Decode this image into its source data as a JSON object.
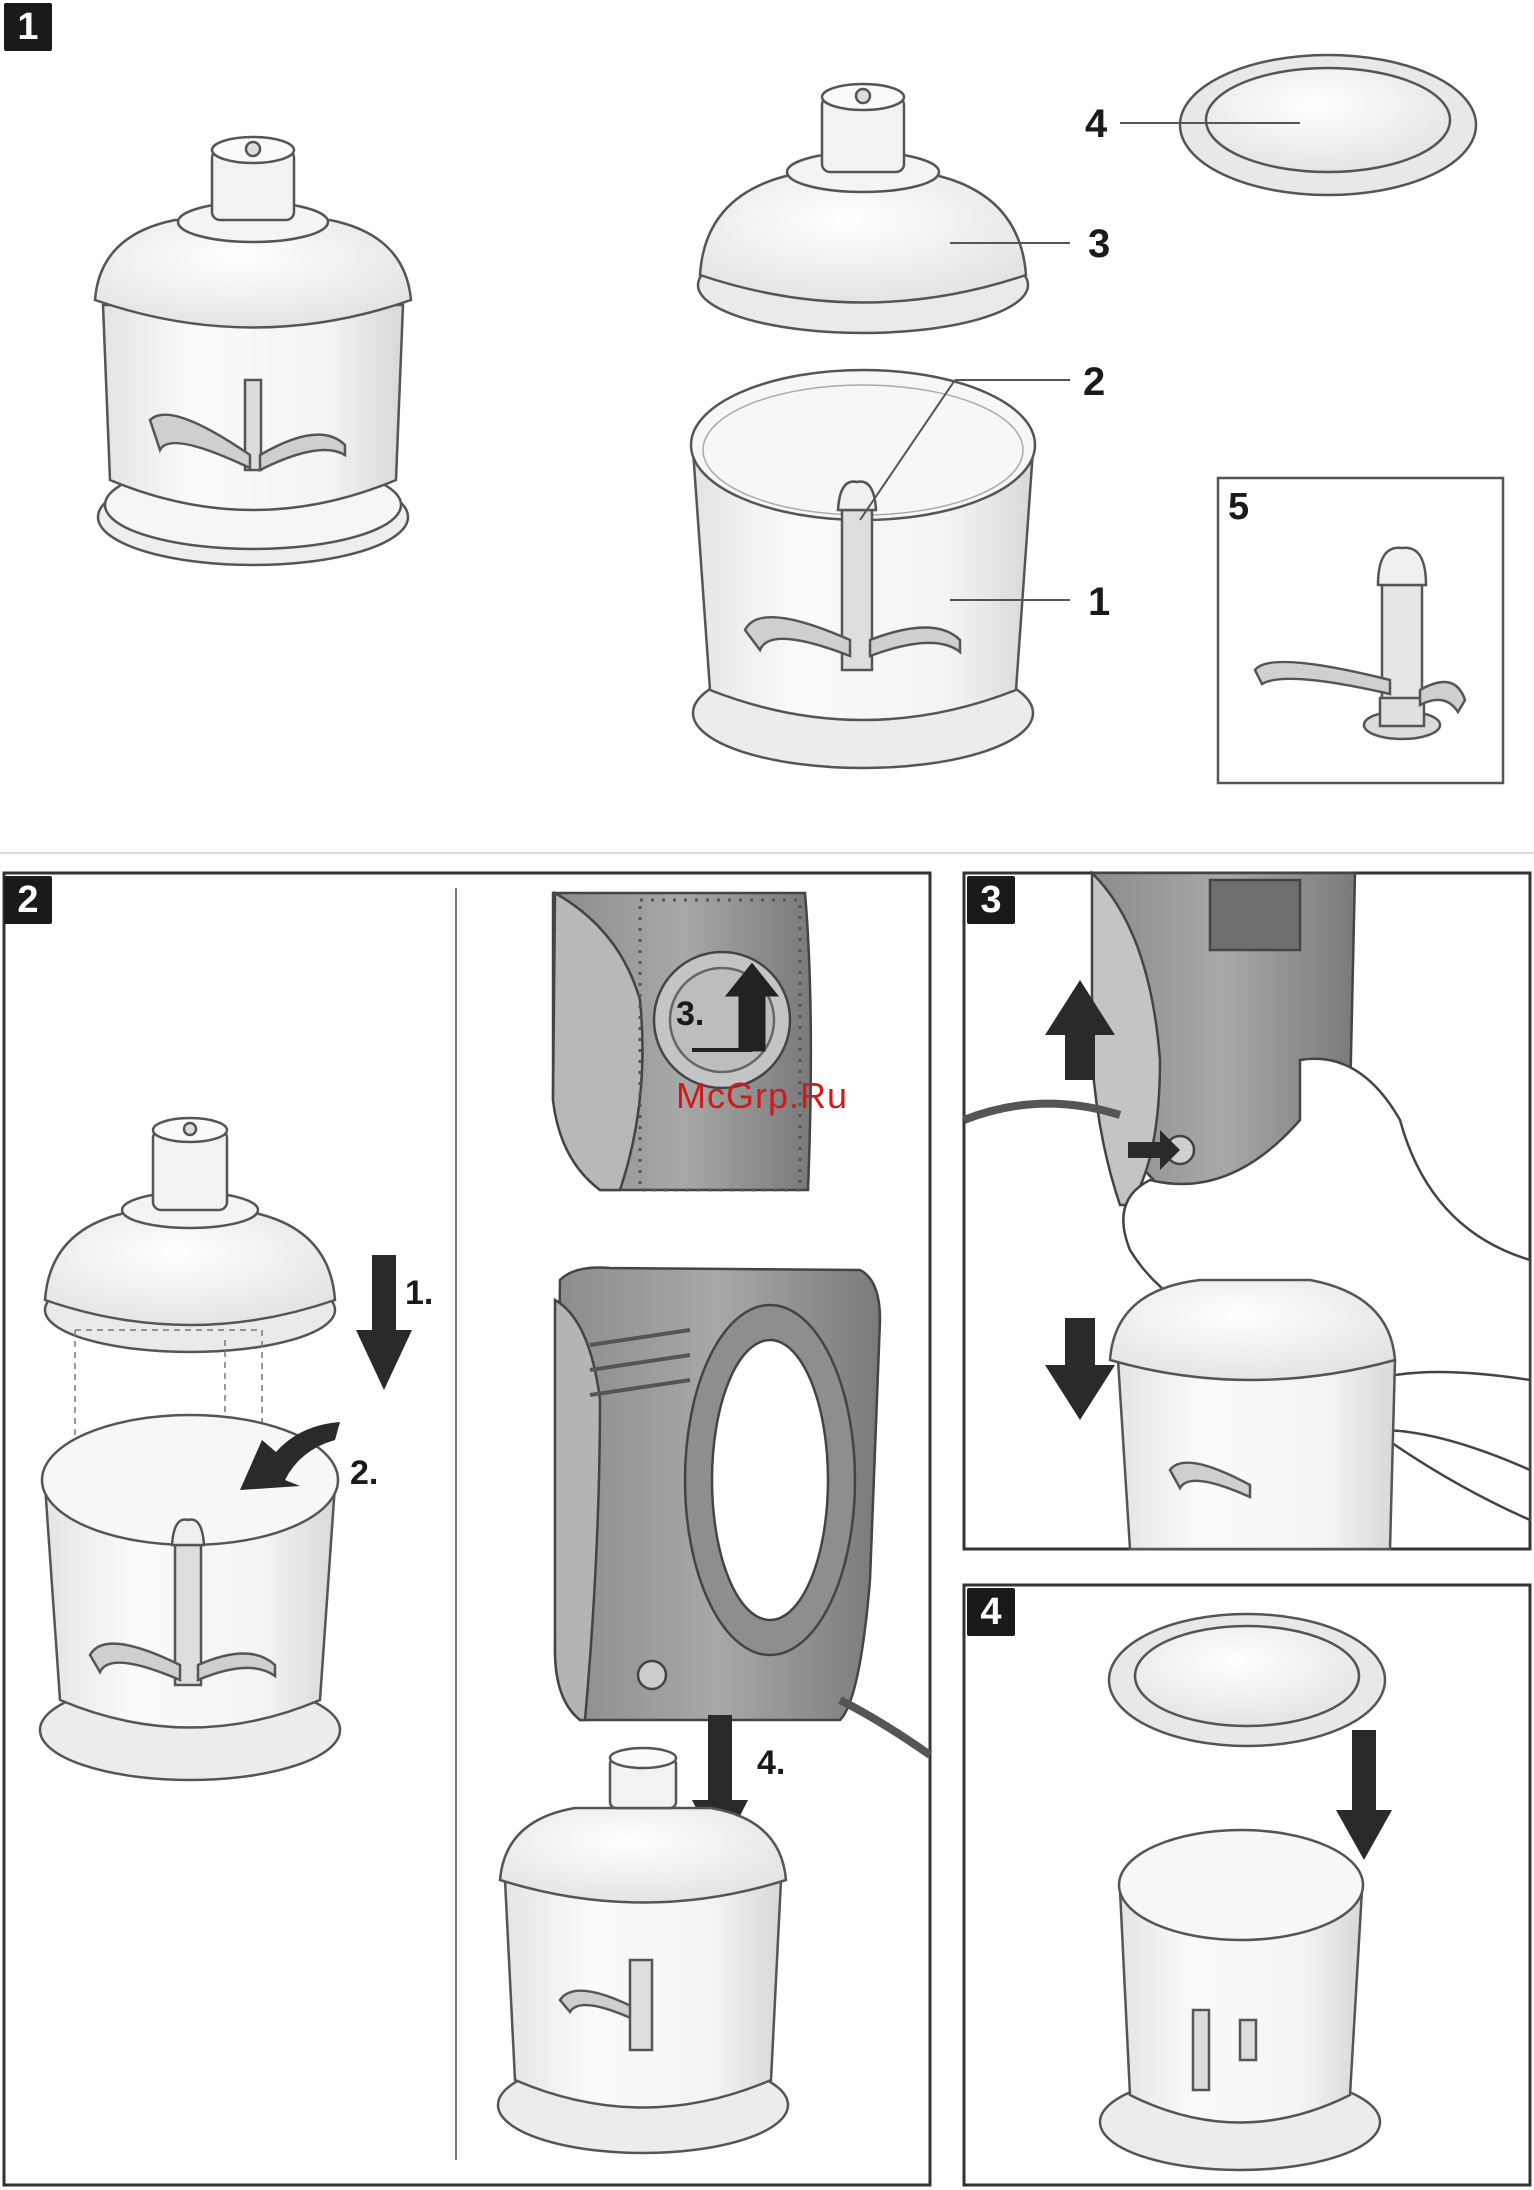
{
  "figures": {
    "fig1": {
      "number": "1"
    },
    "fig2": {
      "number": "2"
    },
    "fig3": {
      "number": "3"
    },
    "fig4": {
      "number": "4"
    }
  },
  "parts": {
    "bowl": "1",
    "blade": "2",
    "lid": "3",
    "cover": "4",
    "detail": "5"
  },
  "steps": {
    "step1": "1.",
    "step2": "2.",
    "step3": "3.",
    "step4": "4."
  },
  "watermark": "McGrp.Ru",
  "colors": {
    "ink": "#1a1a1a",
    "line": "#555555",
    "device": "#9a9a9a",
    "device_dark": "#6e6e6e",
    "watermark": "#d11a1a"
  }
}
